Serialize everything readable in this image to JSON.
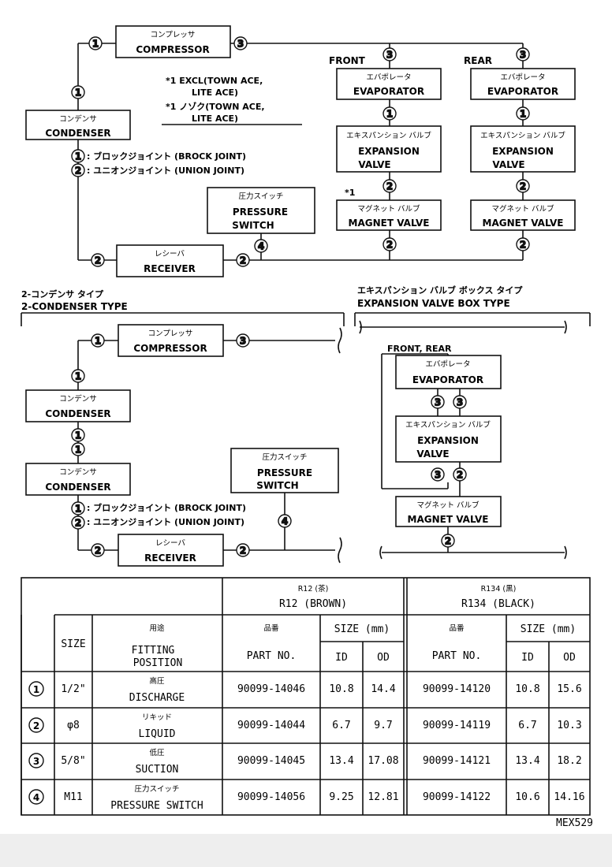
{
  "top": {
    "compressor_jp": "コンプレッサ",
    "compressor_en": "COMPRESSOR",
    "condenser_jp": "コンデンサ",
    "condenser_en": "CONDENSER",
    "front_label": "FRONT",
    "rear_label": "REAR",
    "evaporator_jp": "エバポレータ",
    "evaporator_en": "EVAPORATOR",
    "expansion_jp": "エキスパンション バルブ",
    "expansion_en_1": "EXPANSION",
    "expansion_en_2": "VALVE",
    "magnet_jp": "マグネット バルブ",
    "magnet_en": "MAGNET VALVE",
    "pressure_jp": "圧力スイッチ",
    "pressure_en_1": "PRESSURE",
    "pressure_en_2": "SWITCH",
    "receiver_jp": "レシーバ",
    "receiver_en": "RECEIVER",
    "note1_line1": "*1 EXCL(TOWN ACE,",
    "note1_line2": "LITE ACE)",
    "note2_line1": "*1 ノゾク(TOWN ACE,",
    "note2_line2": "LITE ACE)",
    "star_mark": "*1",
    "joint1_legend": ": ブロックジョイント (BROCK JOINT)",
    "joint2_legend": ": ユニオンジョイント (UNION JOINT)"
  },
  "two_condenser": {
    "title_jp": "2-コンデンサ タイプ",
    "title_en": "2-CONDENSER TYPE",
    "compressor_jp": "コンプレッサ",
    "compressor_en": "COMPRESSOR",
    "condenser_jp": "コンデンサ",
    "condenser_en": "CONDENSER",
    "pressure_jp": "圧力スイッチ",
    "pressure_en_1": "PRESSURE",
    "pressure_en_2": "SWITCH",
    "receiver_jp": "レシーバ",
    "receiver_en": "RECEIVER",
    "joint1_legend": ": ブロックジョイント (BROCK JOINT)",
    "joint2_legend": ": ユニオンジョイント (UNION JOINT)"
  },
  "expansion_box": {
    "title_jp": "エキスパンション バルブ ボックス タイプ",
    "title_en": "EXPANSION VALVE BOX TYPE",
    "front_rear": "FRONT, REAR",
    "evaporator_jp": "エバポレータ",
    "evaporator_en": "EVAPORATOR",
    "expansion_jp": "エキスパンション バルブ",
    "expansion_en_1": "EXPANSION",
    "expansion_en_2": "VALVE",
    "magnet_jp": "マグネット バルブ",
    "magnet_en": "MAGNET VALVE"
  },
  "table": {
    "r12_jp": "R12 (茶)",
    "r12_en": "R12 (BROWN)",
    "r134_jp": "R134 (黒)",
    "r134_en": "R134 (BLACK)",
    "size": "SIZE",
    "fitting_jp": "用途",
    "fitting_en_1": "FITTING",
    "fitting_en_2": "POSITION",
    "part_jp": "品番",
    "part_en": "PART NO.",
    "size_mm": "SIZE (mm)",
    "id": "ID",
    "od": "OD",
    "rows": [
      {
        "num": "1",
        "size": "1/2\"",
        "pos_jp": "高圧",
        "pos_en": "DISCHARGE",
        "r12_part": "90099-14046",
        "r12_id": "10.8",
        "r12_od": "14.4",
        "r134_part": "90099-14120",
        "r134_id": "10.8",
        "r134_od": "15.6"
      },
      {
        "num": "2",
        "size": "φ8",
        "pos_jp": "リキッド",
        "pos_en": "LIQUID",
        "r12_part": "90099-14044",
        "r12_id": "6.7",
        "r12_od": "9.7",
        "r134_part": "90099-14119",
        "r134_id": "6.7",
        "r134_od": "10.3"
      },
      {
        "num": "3",
        "size": "5/8\"",
        "pos_jp": "低圧",
        "pos_en": "SUCTION",
        "r12_part": "90099-14045",
        "r12_id": "13.4",
        "r12_od": "17.08",
        "r134_part": "90099-14121",
        "r134_id": "13.4",
        "r134_od": "18.2"
      },
      {
        "num": "4",
        "size": "M11",
        "pos_jp": "圧力スイッチ",
        "pos_en": "PRESSURE SWITCH",
        "r12_part": "90099-14056",
        "r12_id": "9.25",
        "r12_od": "12.81",
        "r134_part": "90099-14122",
        "r134_id": "10.6",
        "r134_od": "14.16"
      }
    ]
  },
  "figure_code": "MEX529"
}
